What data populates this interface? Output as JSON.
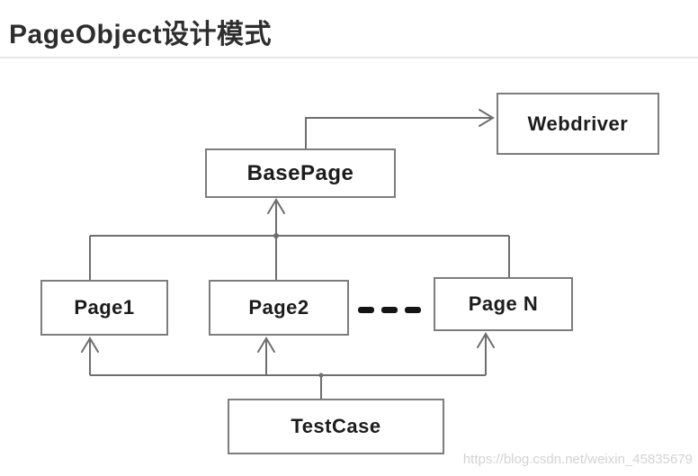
{
  "page": {
    "title": "PageObject设计模式"
  },
  "diagram": {
    "nodes": [
      {
        "id": "webdriver",
        "label": "Webdriver"
      },
      {
        "id": "basepage",
        "label": "BasePage"
      },
      {
        "id": "page1",
        "label": "Page1"
      },
      {
        "id": "page2",
        "label": "Page2"
      },
      {
        "id": "page_n",
        "label": "Page N"
      },
      {
        "id": "testcase",
        "label": "TestCase"
      }
    ],
    "edges": [
      {
        "from": "BasePage",
        "to": "Webdriver"
      },
      {
        "from": "Page1",
        "to": "BasePage"
      },
      {
        "from": "Page2",
        "to": "BasePage"
      },
      {
        "from": "Page N",
        "to": "BasePage"
      },
      {
        "from": "TestCase",
        "to": "Page1"
      },
      {
        "from": "TestCase",
        "to": "Page2"
      },
      {
        "from": "TestCase",
        "to": "Page N"
      }
    ],
    "ellipsis_between": [
      "Page2",
      "Page N"
    ]
  },
  "watermark": {
    "text": "https://blog.csdn.net/weixin_45835679"
  },
  "colors": {
    "title": "#2e2e2e",
    "separator": "#e7e7e7",
    "box_border": "#7d7d7d",
    "line": "#6e6e6e",
    "text": "#1c1c1c",
    "dash": "#141414",
    "watermark": "#d3d3d3",
    "bg": "#ffffff"
  }
}
